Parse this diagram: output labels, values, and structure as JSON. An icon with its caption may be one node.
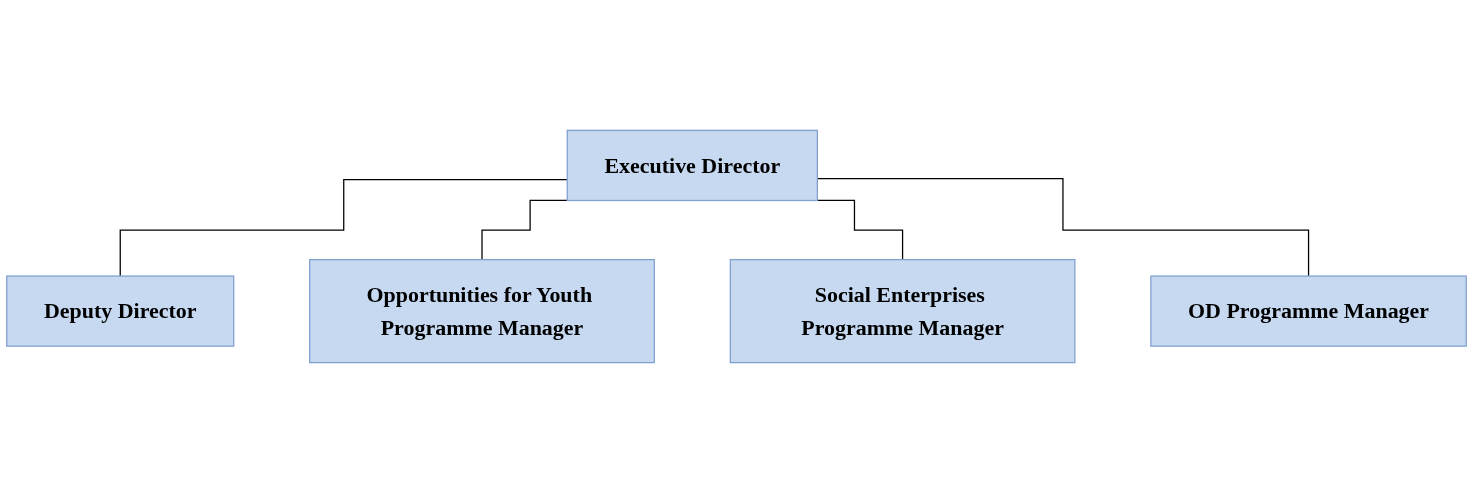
{
  "diagram": {
    "nodes": [
      {
        "text": [
          "Executive Director"
        ]
      },
      {
        "text": [
          "Deputy Director"
        ]
      },
      {
        "text": [
          "Opportunities for Youth Programme Manager"
        ]
      },
      {
        "text": [
          "Social Enterprises Programme Manager"
        ]
      },
      {
        "text": [
          "OD Programme Manager"
        ]
      }
    ],
    "edges": [
      {
        "from": 0,
        "to": 1,
        "arrow": "none"
      },
      {
        "from": 0,
        "to": 2,
        "arrow": "none"
      },
      {
        "from": 0,
        "to": 3,
        "arrow": "none"
      },
      {
        "from": 0,
        "to": 4,
        "arrow": "none"
      }
    ]
  }
}
